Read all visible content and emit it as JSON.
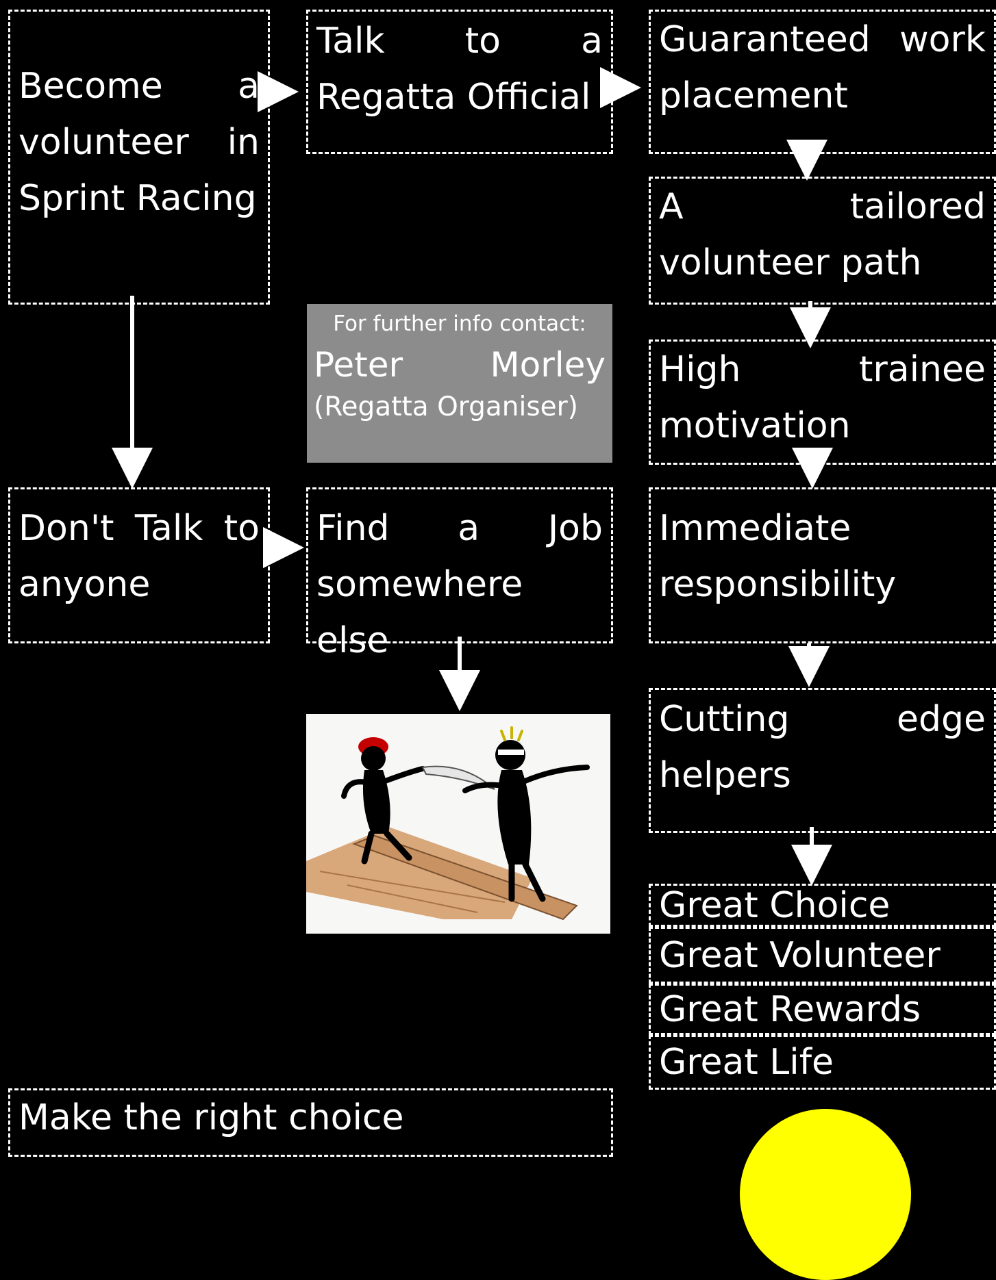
{
  "boxes": {
    "become": "Become a volunteer in Sprint Racing",
    "talk": "Talk to a Regatta Official",
    "dont_talk": "Don't Talk to anyone",
    "find_job": "Find a Job somewhere else",
    "guaranteed": "Guaranteed work placement",
    "tailored": "A tailored volunteer path",
    "motivation": "High trainee motivation",
    "responsibility": "Immediate responsibility",
    "cutting_edge": "Cutting edge helpers",
    "great_choice": "Great Choice",
    "great_volunteer": "Great Volunteer",
    "great_rewards": "Great Rewards",
    "great_life": "Great Life",
    "right_choice": "Make the right choice"
  },
  "info": {
    "header": "For further info contact:",
    "first_name": "Peter",
    "last_name": "Morley",
    "role": "(Regatta Organiser)"
  },
  "colors": {
    "background": "#000000",
    "line": "#ffffff",
    "info_box": "#8c8c8c",
    "sun": "#ffff00"
  }
}
